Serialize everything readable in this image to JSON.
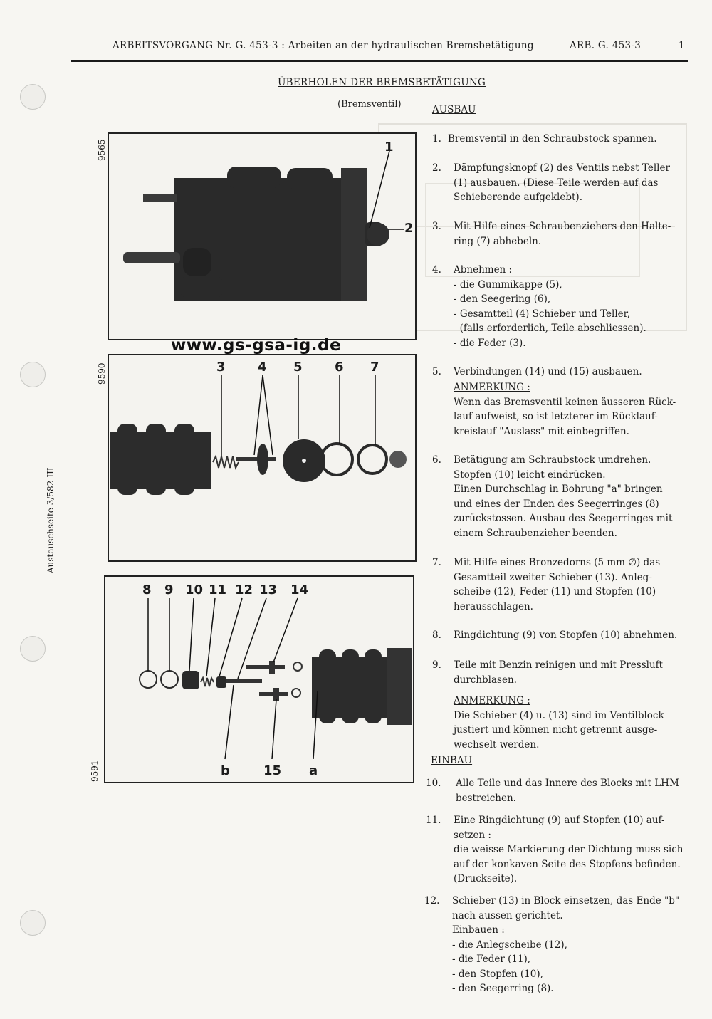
{
  "header": {
    "left": "ARBEITSVORGANG Nr. G. 453-3 : Arbeiten an der hydraulischen Bremsbetätigung",
    "right": "ARB. G. 453-3",
    "page": "1"
  },
  "title": "ÜBERHOLEN DER BREMSBETÄTIGUNG",
  "subtitle": "(Bremsventil)",
  "side_note": "Austauschseite 3/582-III",
  "watermark": "www.gs-gsa-ig.de",
  "figures": [
    {
      "id": "9565",
      "labels": [
        "1",
        "2"
      ]
    },
    {
      "id": "9590",
      "labels": [
        "3",
        "4",
        "5",
        "6",
        "7"
      ]
    },
    {
      "id": "9591",
      "labels": [
        "8",
        "9",
        "10",
        "11",
        "12",
        "13",
        "14",
        "b",
        "15",
        "a"
      ]
    }
  ],
  "ausbau": {
    "heading": "AUSBAU",
    "steps": [
      {
        "num": "1.",
        "lines": [
          "Bremsventil in den Schraubstock spannen."
        ]
      },
      {
        "num": "2.",
        "lines": [
          "Dämpfungsknopf (2) des Ventils nebst Teller",
          "(1) ausbauen. (Diese Teile werden auf das",
          "Schieberende aufgeklebt)."
        ]
      },
      {
        "num": "3.",
        "lines": [
          "Mit Hilfe eines Schraubenziehers den Halte-",
          "ring (7) abhebeln."
        ]
      },
      {
        "num": "4.",
        "lines": [
          "Abnehmen :",
          "- die Gummikappe (5),",
          "- den Seegering (6),",
          "- Gesamtteil (4) Schieber und Teller,",
          "  (falls erforderlich, Teile abschliessen).",
          "- die Feder (3)."
        ]
      },
      {
        "num": "5.",
        "lines": [
          "Verbindungen (14) und (15) ausbauen."
        ]
      }
    ],
    "note1": {
      "heading": "ANMERKUNG :",
      "lines": [
        "Wenn das Bremsventil keinen äusseren Rück-",
        "lauf aufweist, so ist letzterer im Rücklauf-",
        "kreislauf \"Auslass\" mit einbegriffen."
      ]
    },
    "steps2": [
      {
        "num": "6.",
        "lines": [
          "Betätigung am Schraubstock umdrehen.",
          "Stopfen (10) leicht eindrücken.",
          "Einen Durchschlag in Bohrung \"a\" bringen",
          "und eines der Enden des Seegerringes (8)",
          "zurückstossen. Ausbau des Seegerringes mit",
          "einem Schraubenzieher beenden."
        ]
      },
      {
        "num": "7.",
        "lines": [
          "Mit Hilfe eines Bronzedorns (5 mm ∅) das",
          "Gesamtteil zweiter Schieber (13). Anleg-",
          "scheibe (12), Feder (11) und Stopfen (10)",
          "herausschlagen."
        ]
      },
      {
        "num": "8.",
        "lines": [
          "Ringdichtung (9) von Stopfen (10) abnehmen."
        ]
      },
      {
        "num": "9.",
        "lines": [
          "Teile mit Benzin reinigen und mit Pressluft",
          "durchblasen."
        ]
      }
    ],
    "note2": {
      "heading": "ANMERKUNG :",
      "lines": [
        "Die Schieber (4) u. (13) sind im Ventilblock",
        "justiert und können nicht getrennt ausge-",
        "wechselt werden."
      ]
    }
  },
  "einbau": {
    "heading": "EINBAU",
    "steps": [
      {
        "num": "10.",
        "lines": [
          "Alle Teile und das Innere des Blocks mit LHM",
          "bestreichen."
        ]
      },
      {
        "num": "11.",
        "lines": [
          "Eine Ringdichtung (9) auf Stopfen (10) auf-",
          "setzen :",
          "die weisse Markierung der Dichtung muss sich",
          "auf der konkaven Seite des Stopfens befinden.",
          "(Druckseite)."
        ]
      },
      {
        "num": "12.",
        "lines": [
          "Schieber (13) in Block einsetzen, das Ende \"b\"",
          "nach aussen gerichtet.",
          "Einbauen :",
          "- die Anlegscheibe (12),",
          "- die Feder (11),",
          "- den Stopfen (10),",
          "- den Seegerring (8)."
        ]
      }
    ]
  }
}
